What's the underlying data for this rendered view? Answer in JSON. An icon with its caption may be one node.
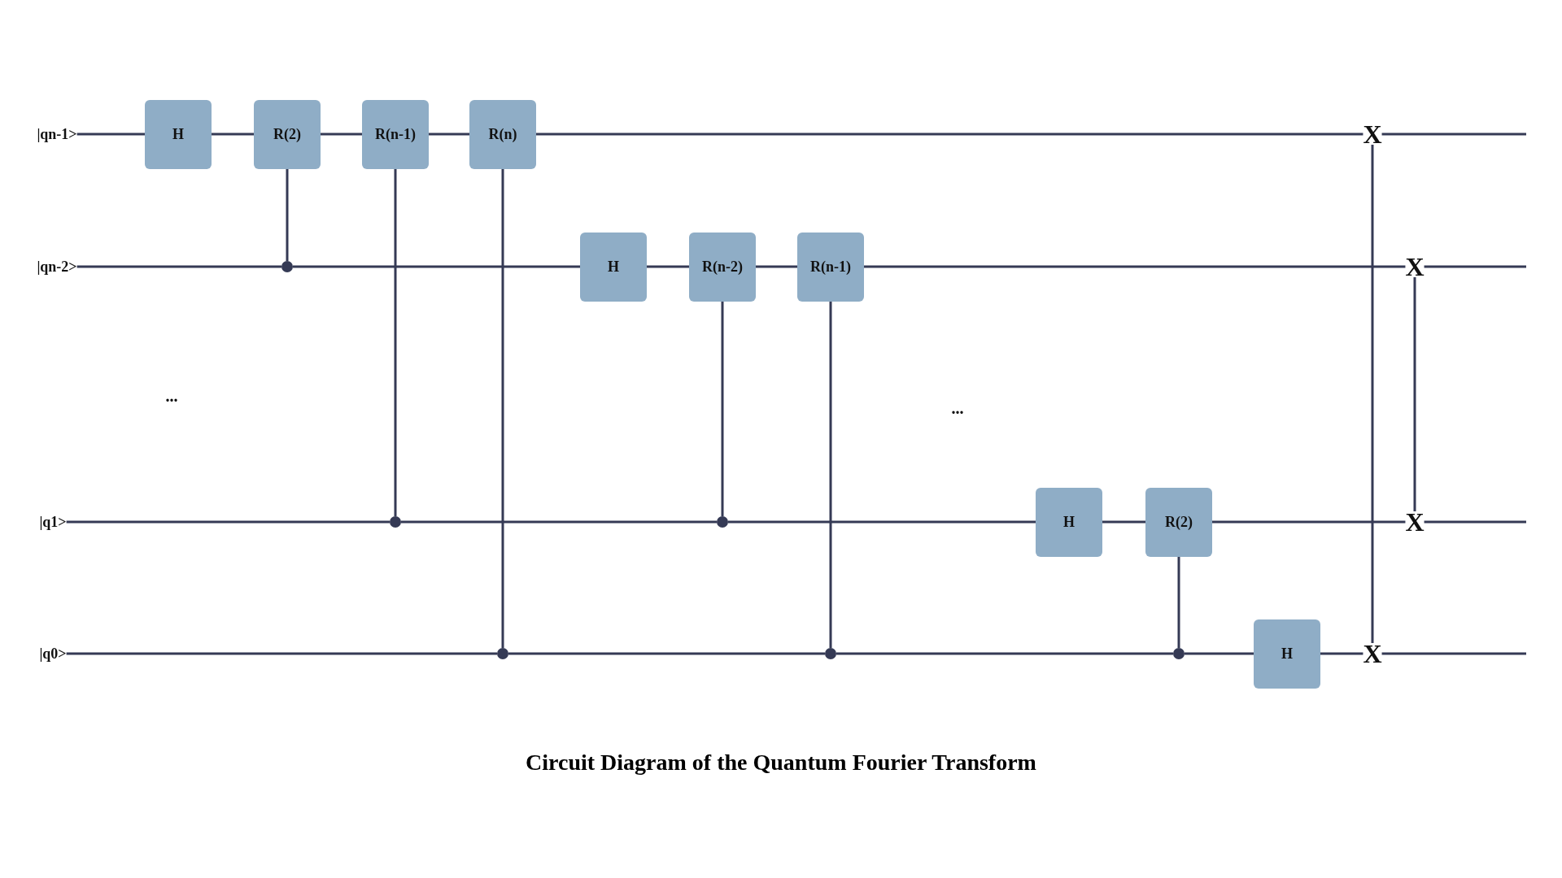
{
  "diagram": {
    "title": "Circuit Diagram of the Quantum Fourier Transform",
    "nodes": [
      {
        "text": [
          "|qn-1>"
        ]
      },
      {
        "text": [
          "H"
        ]
      },
      {
        "text": [
          "R(2)"
        ]
      },
      {
        "text": [
          "R(n-1)"
        ]
      },
      {
        "text": [
          "R(n)"
        ]
      },
      {
        "text": [
          "X"
        ]
      },
      {
        "text": [
          "|qn-2>"
        ]
      },
      {
        "text": [],
        "shape": "circle"
      },
      {
        "text": [
          "H"
        ]
      },
      {
        "text": [
          "R(n-2)"
        ]
      },
      {
        "text": [
          "R(n-1)"
        ]
      },
      {
        "text": [
          "X"
        ]
      },
      {
        "text": [
          "|q1>"
        ]
      },
      {
        "text": [],
        "shape": "circle"
      },
      {
        "text": [],
        "shape": "circle"
      },
      {
        "text": [
          "H"
        ]
      },
      {
        "text": [
          "R(2)"
        ]
      },
      {
        "text": [
          "X"
        ]
      },
      {
        "text": [
          "|q0>"
        ]
      },
      {
        "text": [],
        "shape": "circle"
      },
      {
        "text": [],
        "shape": "circle"
      },
      {
        "text": [],
        "shape": "circle"
      },
      {
        "text": [
          "H"
        ]
      },
      {
        "text": [
          "X"
        ]
      }
    ],
    "edges": [
      {
        "from": 0,
        "to": 1,
        "arrow": "none"
      },
      {
        "from": 1,
        "to": 2,
        "arrow": "none"
      },
      {
        "from": 2,
        "to": 3,
        "arrow": "none"
      },
      {
        "from": 3,
        "to": 4,
        "arrow": "none"
      },
      {
        "from": 4,
        "to": 5,
        "arrow": "none"
      },
      {
        "from": 5,
        "to": null,
        "arrow": "none"
      },
      {
        "from": 6,
        "to": 7,
        "arrow": "none"
      },
      {
        "from": 7,
        "to": 8,
        "arrow": "none"
      },
      {
        "from": 8,
        "to": 9,
        "arrow": "none"
      },
      {
        "from": 9,
        "to": 10,
        "arrow": "none"
      },
      {
        "from": 10,
        "to": 11,
        "arrow": "none"
      },
      {
        "from": 11,
        "to": null,
        "arrow": "none"
      },
      {
        "from": 12,
        "to": 13,
        "arrow": "none"
      },
      {
        "from": 13,
        "to": 14,
        "arrow": "none"
      },
      {
        "from": 14,
        "to": 15,
        "arrow": "none"
      },
      {
        "from": 15,
        "to": 16,
        "arrow": "none"
      },
      {
        "from": 16,
        "to": 17,
        "arrow": "none"
      },
      {
        "from": 17,
        "to": null,
        "arrow": "none"
      },
      {
        "from": 18,
        "to": 19,
        "arrow": "none"
      },
      {
        "from": 19,
        "to": 20,
        "arrow": "none"
      },
      {
        "from": 20,
        "to": 21,
        "arrow": "none"
      },
      {
        "from": 21,
        "to": 22,
        "arrow": "none"
      },
      {
        "from": 22,
        "to": 23,
        "arrow": "none"
      },
      {
        "from": 23,
        "to": null,
        "arrow": "none"
      },
      {
        "from": 2,
        "to": 7,
        "arrow": "none"
      },
      {
        "from": 3,
        "to": 13,
        "arrow": "none"
      },
      {
        "from": 4,
        "to": 19,
        "arrow": "none"
      },
      {
        "from": 9,
        "to": 14,
        "arrow": "none"
      },
      {
        "from": 10,
        "to": 20,
        "arrow": "none"
      },
      {
        "from": 16,
        "to": 21,
        "arrow": "none"
      },
      {
        "from": 5,
        "to": 23,
        "arrow": "none"
      },
      {
        "from": 11,
        "to": 17,
        "arrow": "none"
      }
    ],
    "labels": [
      "...",
      "..."
    ]
  }
}
